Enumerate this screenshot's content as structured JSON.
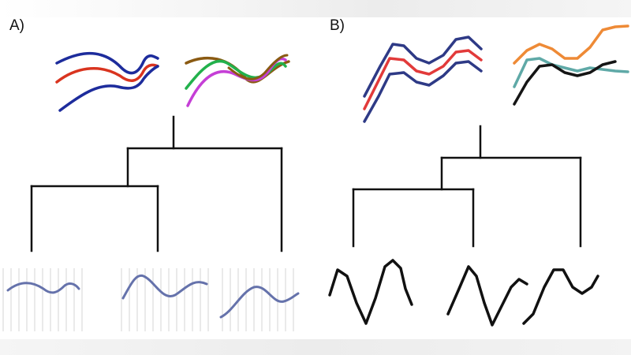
{
  "panels": {
    "a": {
      "label": "A)",
      "style": "smooth",
      "grid_color": "#d6d6d6",
      "top_left_group": {
        "colors": [
          "#1d2c9c",
          "#d9341f",
          "#1d2c9c"
        ]
      },
      "top_right_group": {
        "colors": [
          "#8a5a12",
          "#22b14c",
          "#c53fd6",
          "#8a5a12"
        ]
      },
      "leaf_color": "#6572ab",
      "tree_color": "#111111"
    },
    "b": {
      "label": "B)",
      "style": "jagged",
      "top_left_group": {
        "colors": [
          "#2e3a86",
          "#e23a3a",
          "#2e3a86"
        ]
      },
      "top_right_group": {
        "colors": [
          "#ee8a36",
          "#5fa9a7",
          "#151515"
        ]
      },
      "leaf_color": "#111111",
      "tree_color": "#111111"
    }
  }
}
